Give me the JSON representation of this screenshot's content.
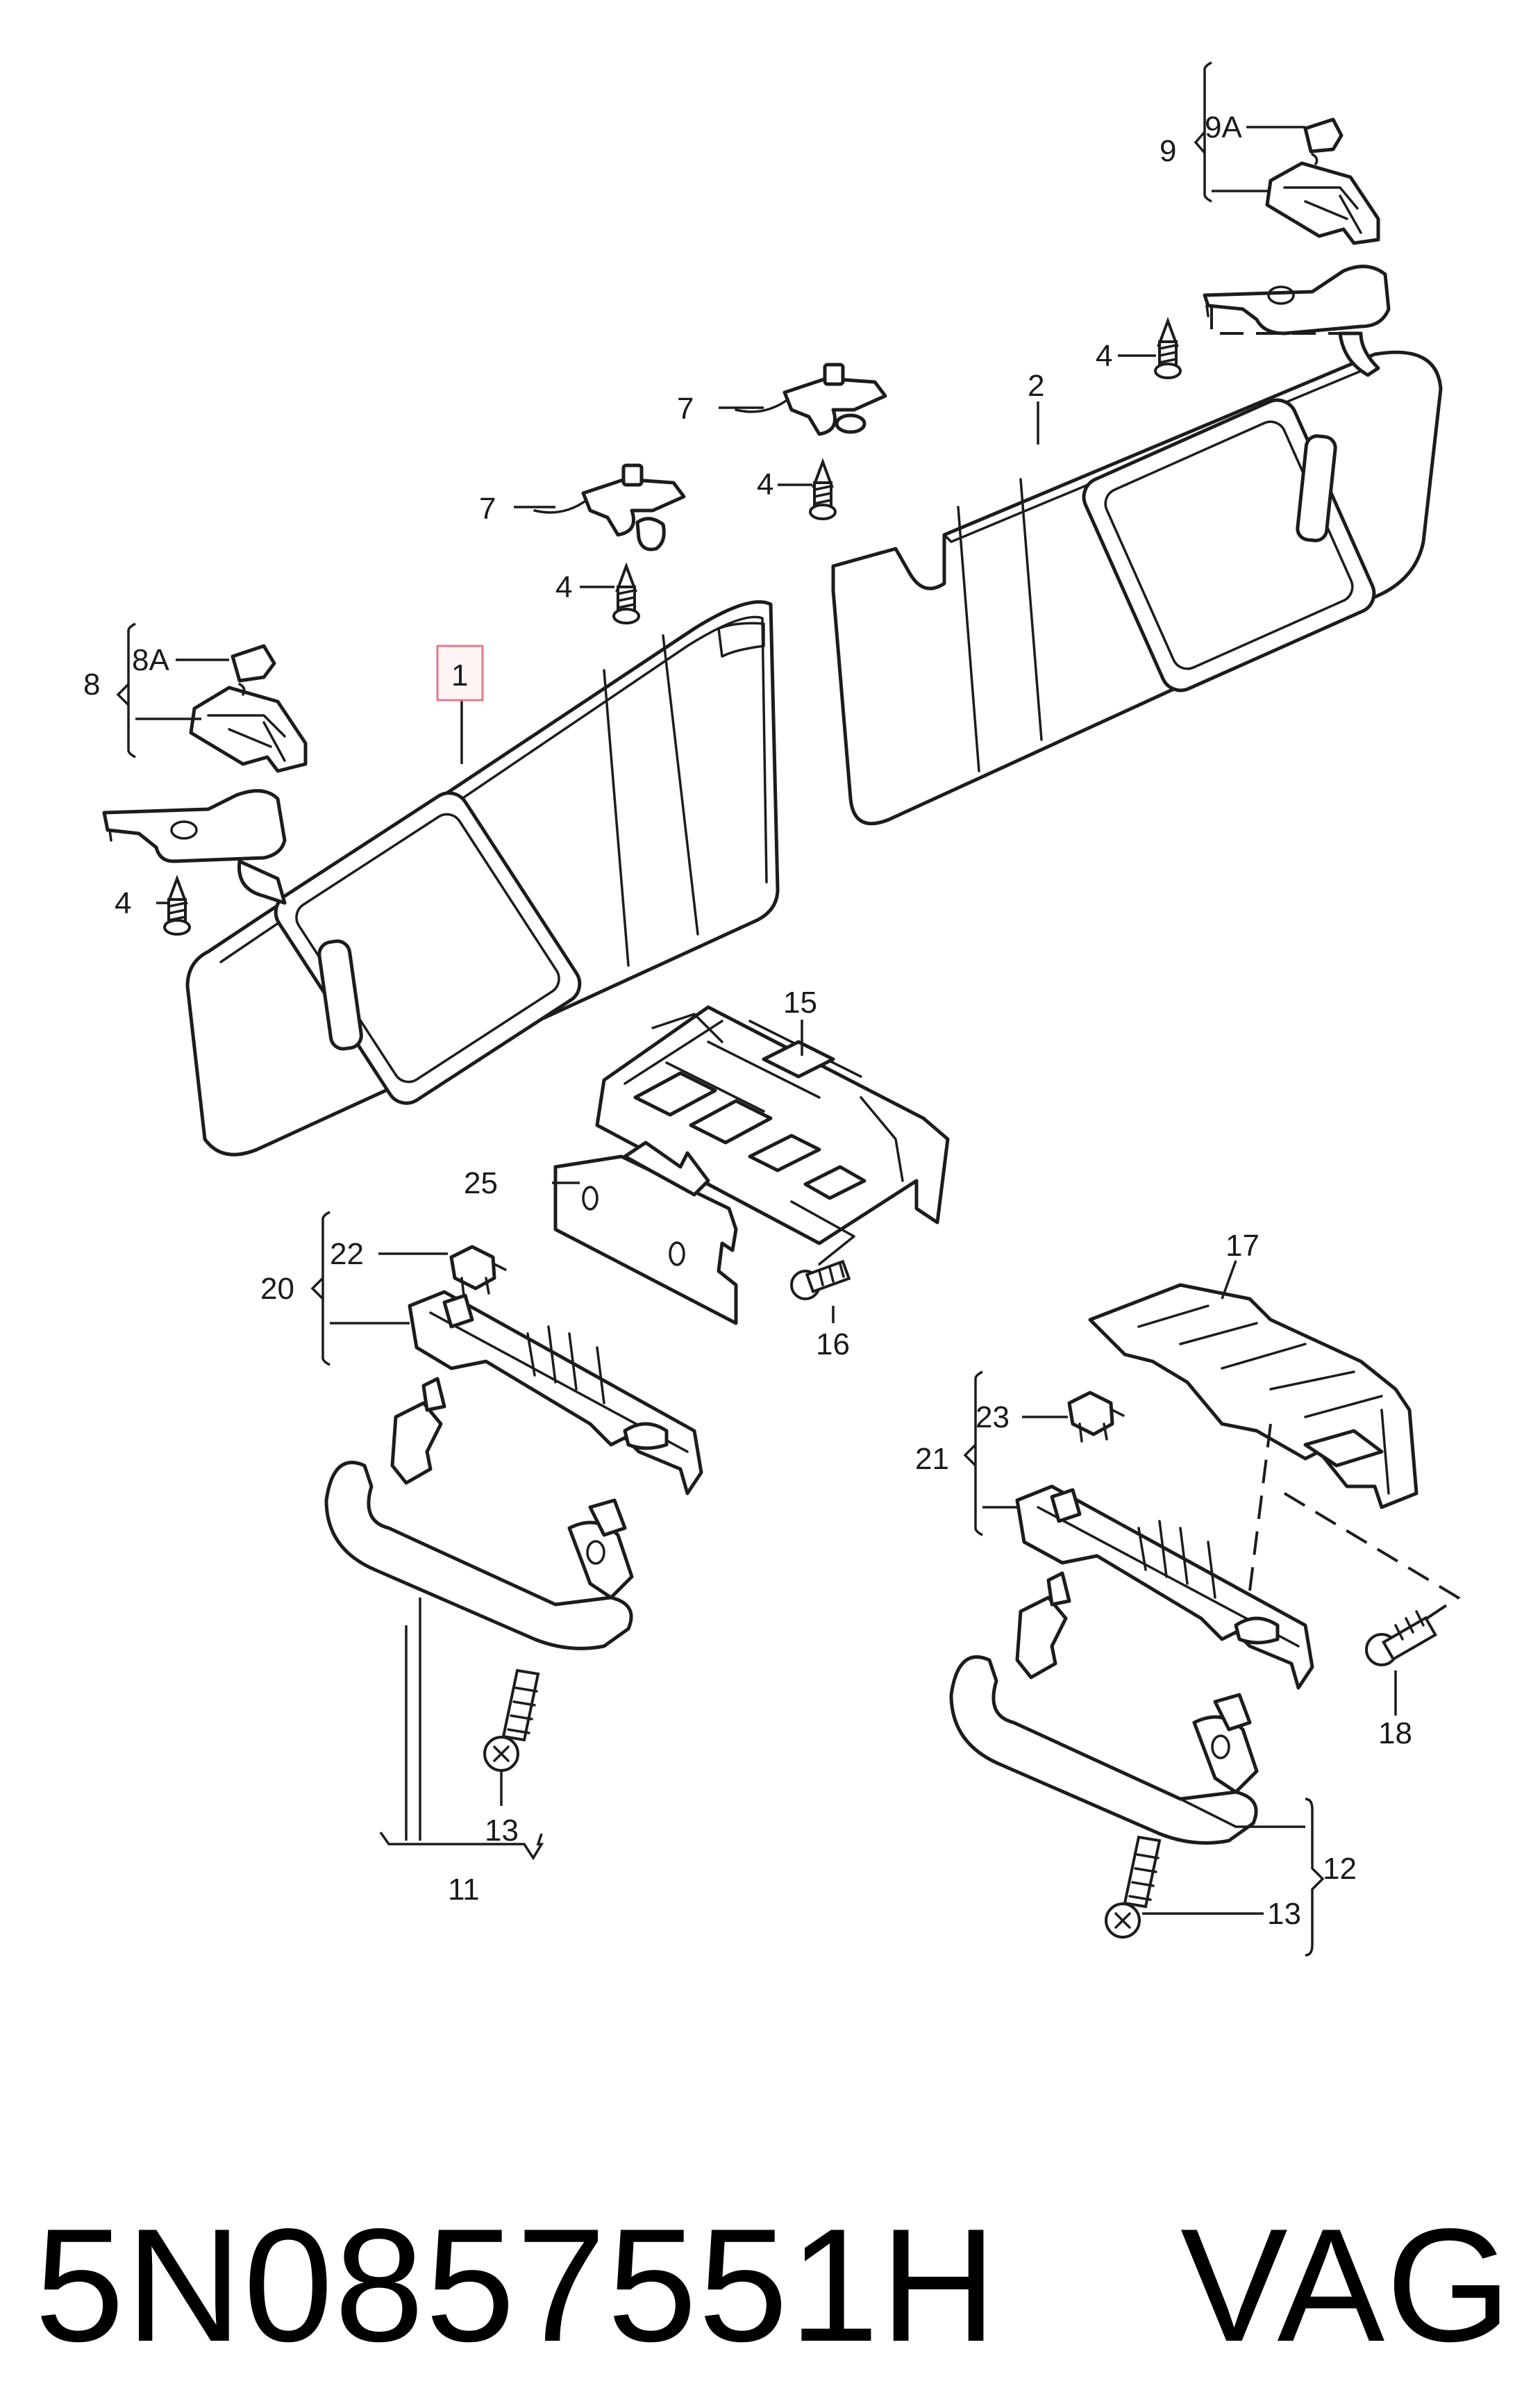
{
  "labels": {
    "l1": "1",
    "l2": "2",
    "l4a": "4",
    "l4b": "4",
    "l4c": "4",
    "l4d": "4",
    "l7a": "7",
    "l7b": "7",
    "l8": "8",
    "l8a": "8A",
    "l9": "9",
    "l9a": "9A",
    "l11": "11",
    "l12": "12",
    "l13a": "13",
    "l13b": "13",
    "l15": "15",
    "l16": "16",
    "l17": "17",
    "l18": "18",
    "l20": "20",
    "l21": "21",
    "l22": "22",
    "l23": "23",
    "l25": "25"
  },
  "caption": {
    "part_number": "5N0857551H",
    "brand": "VAG"
  },
  "colors": {
    "highlight_border": "#e07a8a",
    "line": "#1c1c1c"
  }
}
